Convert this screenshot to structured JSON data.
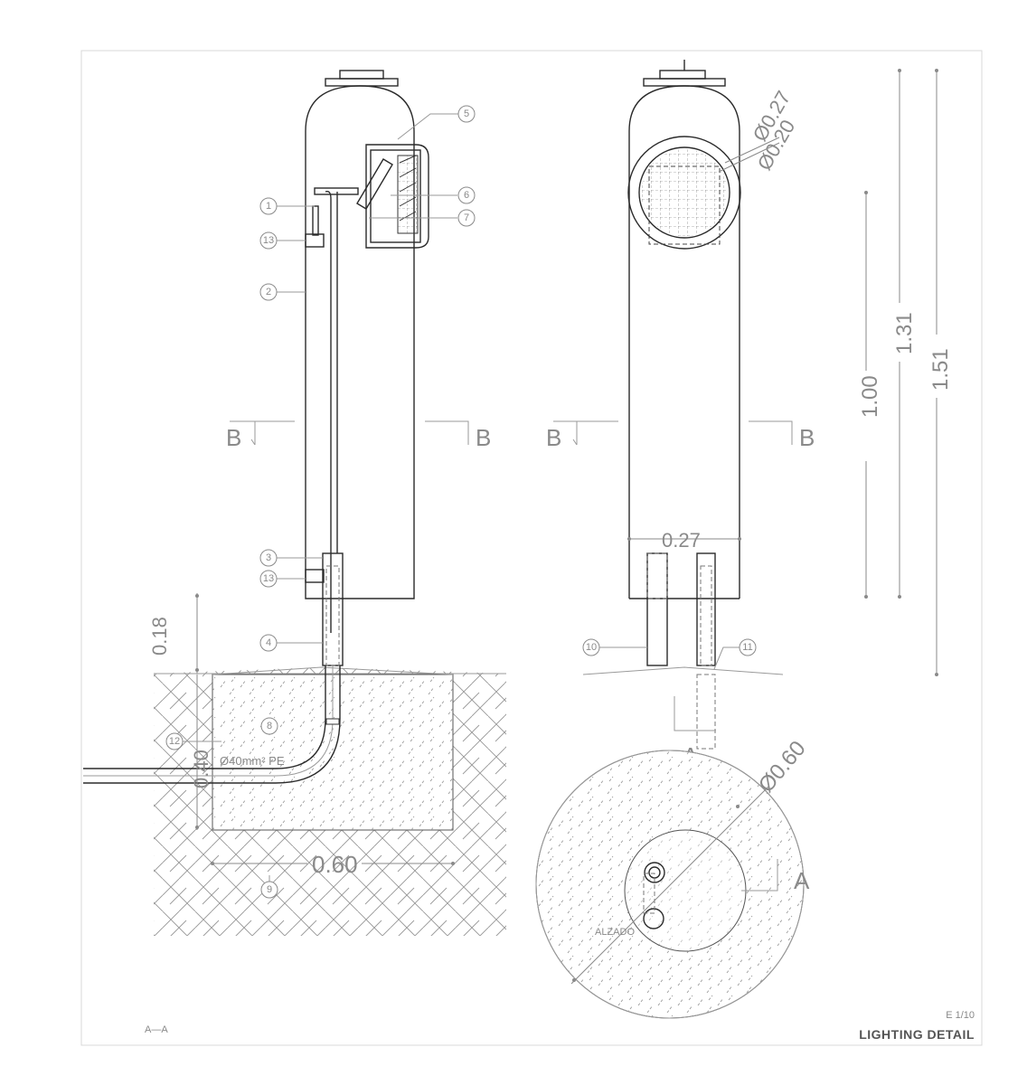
{
  "title_block": {
    "scale": "E 1/10",
    "title": "LIGHTING DETAIL",
    "section_label": "A—A"
  },
  "callouts": [
    "1",
    "2",
    "3",
    "4",
    "5",
    "6",
    "7",
    "8",
    "9",
    "10",
    "11",
    "12",
    "13"
  ],
  "section_view": {
    "cut_label": "B",
    "dim_height_above": "0.18",
    "dim_depth": "0.40",
    "dim_width": "0.60",
    "conduit_label": "Ø40mm² PE"
  },
  "elevation_view": {
    "cut_label": "B",
    "dim_outer_dia": "Ø0.27",
    "dim_inner_dia": "Ø0.20",
    "dim_width": "0.27",
    "dim_1": "1.00",
    "dim_2": "1.31",
    "dim_3": "1.51",
    "cut_a": "A"
  },
  "plan_view": {
    "dim_diameter": "Ø0.60",
    "cut_a": "A",
    "alzado_label": "ALZADO"
  },
  "colors": {
    "line": "#2b2b2b",
    "annotation": "#8a8a8a",
    "background": "#ffffff"
  }
}
